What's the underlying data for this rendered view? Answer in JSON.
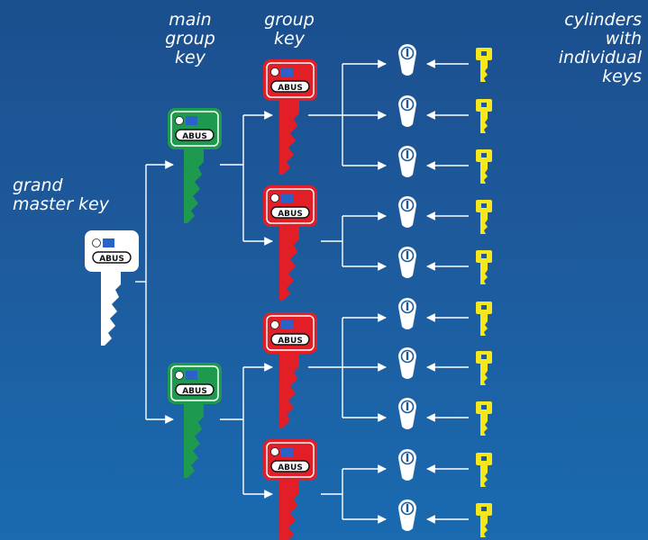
{
  "labels": {
    "grand_master": "grand\nmaster key",
    "main_group": "main\ngroup\nkey",
    "group": "group\nkey",
    "cylinders": "cylinders\nwith\nindividual\nkeys"
  },
  "brand": "ABUS",
  "colors": {
    "grand_master_key": "#ffffff",
    "main_group_key": "#1e9a4e",
    "group_key": "#e21f26",
    "individual_key": "#f5e71b",
    "cylinder": "#ffffff",
    "connector": "#ffffff"
  },
  "hierarchy": {
    "grand_master": "grand master key",
    "main_groups": [
      {
        "group_keys": [
          {
            "cylinders": 3
          },
          {
            "cylinders": 2
          }
        ]
      },
      {
        "group_keys": [
          {
            "cylinders": 3
          },
          {
            "cylinders": 2
          }
        ]
      }
    ]
  }
}
